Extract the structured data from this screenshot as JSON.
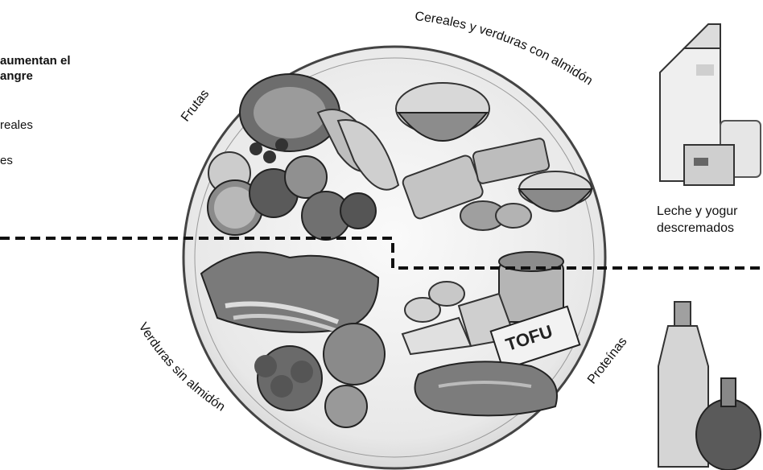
{
  "left_panel": {
    "heading": "aumentan el\nangre",
    "items": [
      "reales",
      "es"
    ]
  },
  "plate_labels": {
    "frutas": "Frutas",
    "cereales": "Cereales y verduras con almidón",
    "verduras": "Verduras sin almidón",
    "proteinas": "Proteínas"
  },
  "side_labels": {
    "dairy": "Leche y yogur\ndescremados"
  },
  "colors": {
    "ink": "#111111",
    "plate": "#f2f2f2",
    "plate_rim": "#444444"
  }
}
